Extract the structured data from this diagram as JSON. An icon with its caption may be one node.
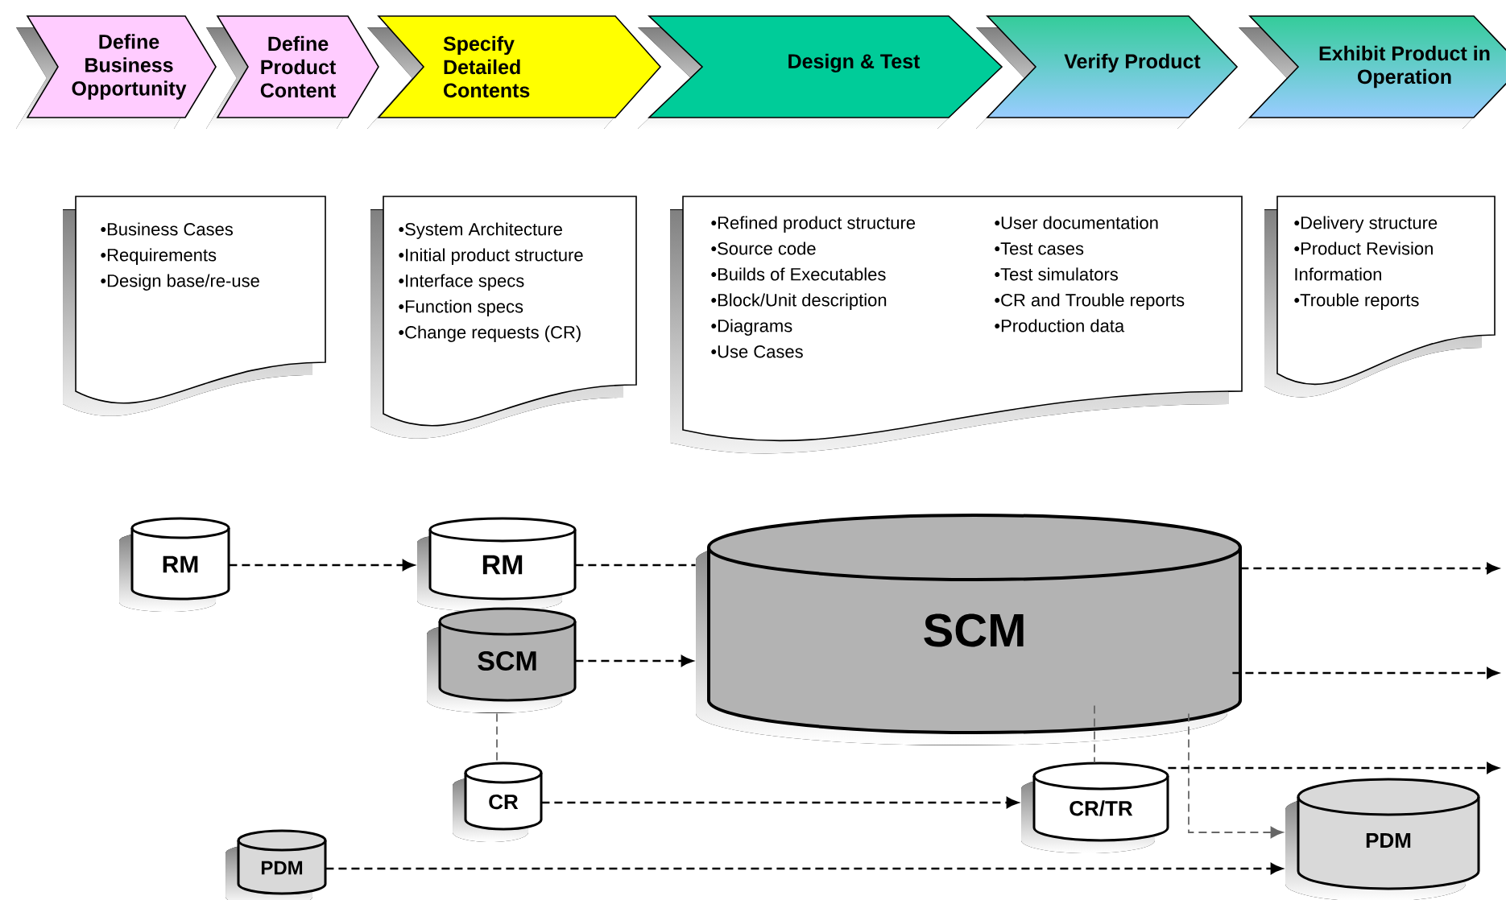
{
  "diagram": {
    "nodes": [
      {
        "text": [
          "Define Business Opportunity"
        ]
      },
      {
        "text": [
          "Define Product Content"
        ]
      },
      {
        "text": [
          "Specify Detailed Contents"
        ]
      },
      {
        "text": [
          "Design & Test"
        ]
      },
      {
        "text": [
          "Verify Product"
        ]
      },
      {
        "text": [
          "Exhibit Product in Operation"
        ]
      },
      {
        "text": [
          "•Business Cases",
          "•Requirements",
          "•Design base/re-use"
        ]
      },
      {
        "text": [
          "•System Architecture",
          "•Initial product structure",
          "•Interface specs",
          "•Function specs",
          "•Change requests (CR)"
        ]
      },
      {
        "text": [
          "•Refined product structure",
          "•Source code",
          "•Builds of Executables",
          "•Block/Unit description",
          "•Diagrams",
          "•Use Cases",
          "•User documentation",
          "•Test cases",
          "•Test simulators",
          "•CR and Trouble reports",
          "•Production data"
        ]
      },
      {
        "text": [
          "•Delivery structure",
          "•Product Revision Information",
          "•Trouble reports"
        ]
      },
      {
        "text": [
          "RM"
        ]
      },
      {
        "text": [
          "RM"
        ]
      },
      {
        "text": [
          "SCM"
        ]
      },
      {
        "text": [
          "SCM"
        ]
      },
      {
        "text": [
          "CR"
        ]
      },
      {
        "text": [
          "PDM"
        ]
      },
      {
        "text": [
          "CR/TR"
        ]
      },
      {
        "text": [
          "PDM"
        ]
      }
    ],
    "edges": [
      {
        "from": 10,
        "to": 11,
        "arrow": "to",
        "style": "dashed"
      },
      {
        "from": 11,
        "to": 13,
        "arrow": "none",
        "style": "dashed"
      },
      {
        "from": 12,
        "to": 13,
        "arrow": "to",
        "style": "dashed"
      },
      {
        "from": 12,
        "to": 14,
        "arrow": "none",
        "style": "dashed",
        "color": "#666666"
      },
      {
        "from": 14,
        "to": 16,
        "arrow": "to",
        "style": "dashed"
      },
      {
        "from": 15,
        "to": 17,
        "arrow": "to",
        "style": "dashed"
      },
      {
        "from": 13,
        "to": null,
        "arrow": "to",
        "style": "dashed"
      },
      {
        "from": 13,
        "to": null,
        "arrow": "to",
        "style": "dashed"
      },
      {
        "from": 13,
        "to": 16,
        "arrow": "none",
        "style": "dashed",
        "color": "#666666"
      },
      {
        "from": 13,
        "to": 17,
        "arrow": "to",
        "style": "dashed",
        "color": "#666666"
      },
      {
        "from": 16,
        "to": null,
        "arrow": "to",
        "style": "dashed"
      }
    ]
  }
}
